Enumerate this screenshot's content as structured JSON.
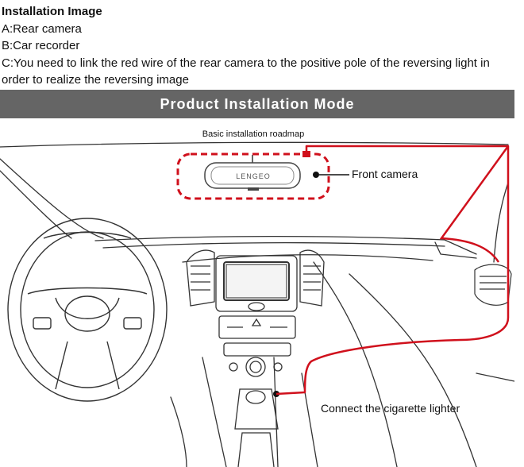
{
  "intro": {
    "title": "Installation Image",
    "line_a": "A:Rear camera",
    "line_b": "B:Car recorder",
    "line_c": "C:You need to link the red wire of the rear camera to the positive pole of the reversing light in order to realize the reversing image"
  },
  "banner": {
    "title": "Product Installation Mode"
  },
  "diagram": {
    "caption": "Basic installation roadmap",
    "mirror_brand": "LENGEO",
    "front_camera_label": "Front camera",
    "cigarette_label": "Connect the cigarette lighter",
    "colors": {
      "wire": "#d0101c",
      "line": "#333333",
      "banner": "#656565"
    }
  }
}
